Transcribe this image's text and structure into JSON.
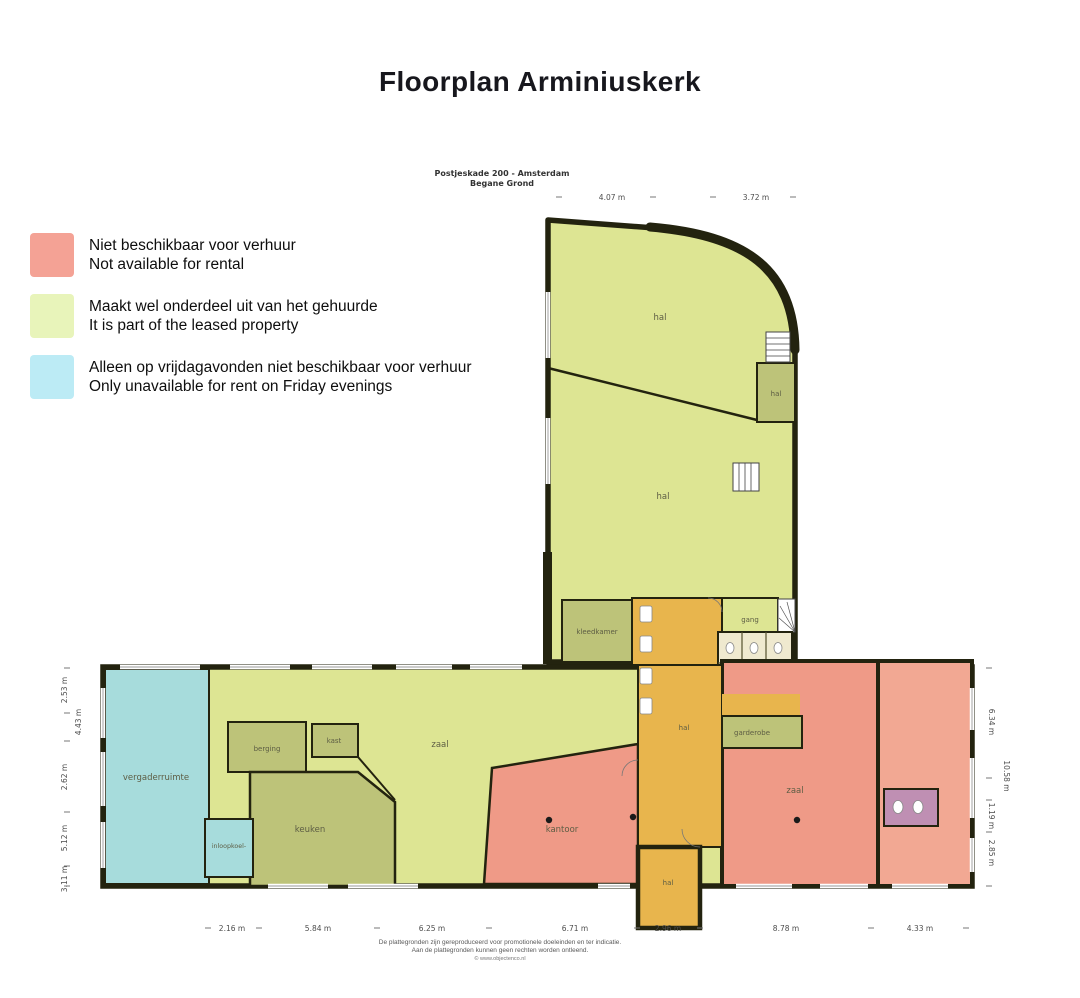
{
  "title": "Floorplan Arminiuskerk",
  "plan": {
    "header_line1": "Postjeskade 200 - Amsterdam",
    "header_line2": "Begane Grond"
  },
  "legend": {
    "items": [
      {
        "line1": "Niet beschikbaar voor verhuur",
        "line2": "Not available for rental"
      },
      {
        "line1": "Maakt wel onderdeel uit van het gehuurde",
        "line2": "It is part of the leased property"
      },
      {
        "line1": "Alleen op vrijdagavonden niet beschikbaar voor verhuur",
        "line2": "Only unavailable for rent on Friday evenings"
      }
    ]
  },
  "rooms": {
    "hal": "hal",
    "kleedkamer": "kleedkamer",
    "gang": "gang",
    "garderobe": "garderobe",
    "zaal": "zaal",
    "kantoor": "kantoor",
    "keuken": "keuken",
    "berging": "berging",
    "kast": "kast",
    "vergaderruimte": "vergaderruimte",
    "inloopkoel": "inloopkoel-"
  },
  "dimensions": {
    "top": [
      "4.07 m",
      "3.72 m"
    ],
    "left": [
      "2.53 m",
      "4.43 m",
      "2.62 m",
      "5.12 m",
      "3.11 m"
    ],
    "right": [
      "6.34 m",
      "10.58 m",
      "1.19 m",
      "2.85 m"
    ],
    "bottom": [
      "2.16 m",
      "5.84 m",
      "6.25 m",
      "6.71 m",
      "2.96 m",
      "8.78 m",
      "4.33 m"
    ]
  },
  "footer": {
    "line1": "De plattegronden zijn gereproduceerd voor promotionele doeleinden en ter indicatie.",
    "line2": "Aan de plattegronden kunnen geen rechten worden ontleend.",
    "line3": "© www.objectenco.nl"
  },
  "colors": {
    "legend_red": "#f4a295",
    "legend_green": "#e8f4ba",
    "legend_blue": "#bcebf5",
    "plan_green": "#dde593",
    "plan_olive": "#bdc379",
    "plan_orange": "#e8b54d",
    "plan_red": "#ef9a87",
    "plan_red_light": "#f2a893",
    "plan_cyan": "#a7dcdc",
    "plan_purple": "#bf8fb3",
    "cream": "#efe9cf",
    "wall": "#23230f"
  }
}
